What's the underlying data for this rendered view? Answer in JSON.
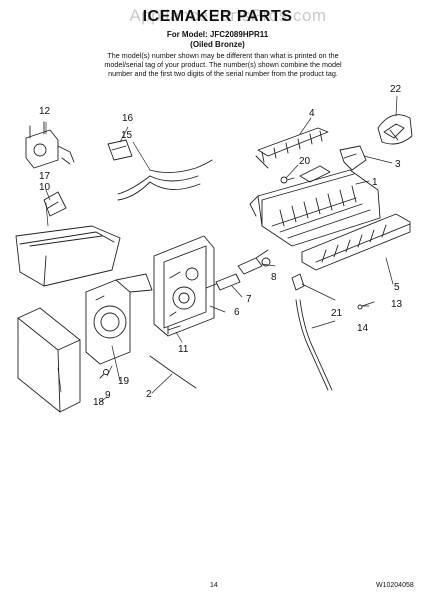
{
  "header": {
    "watermark": "AppliancePartsPros.com",
    "title": "ICEMAKER PARTS",
    "model_line": "For Model: JFC2089HPR11",
    "finish": "(Oiled Bronze)",
    "note": "The model(s) number shown may be different than what is printed on the model/serial tag of your product. The number(s) shown combine the model number and the first two digits of the serial number from the product tag."
  },
  "diagram": {
    "callouts": [
      "1",
      "2",
      "3",
      "4",
      "5",
      "6",
      "7",
      "8",
      "9",
      "10",
      "11",
      "12",
      "13",
      "14",
      "15",
      "16",
      "17",
      "18",
      "19",
      "20",
      "21",
      "22"
    ]
  },
  "footer": {
    "page_number": "14",
    "document_id": "W10204058"
  }
}
